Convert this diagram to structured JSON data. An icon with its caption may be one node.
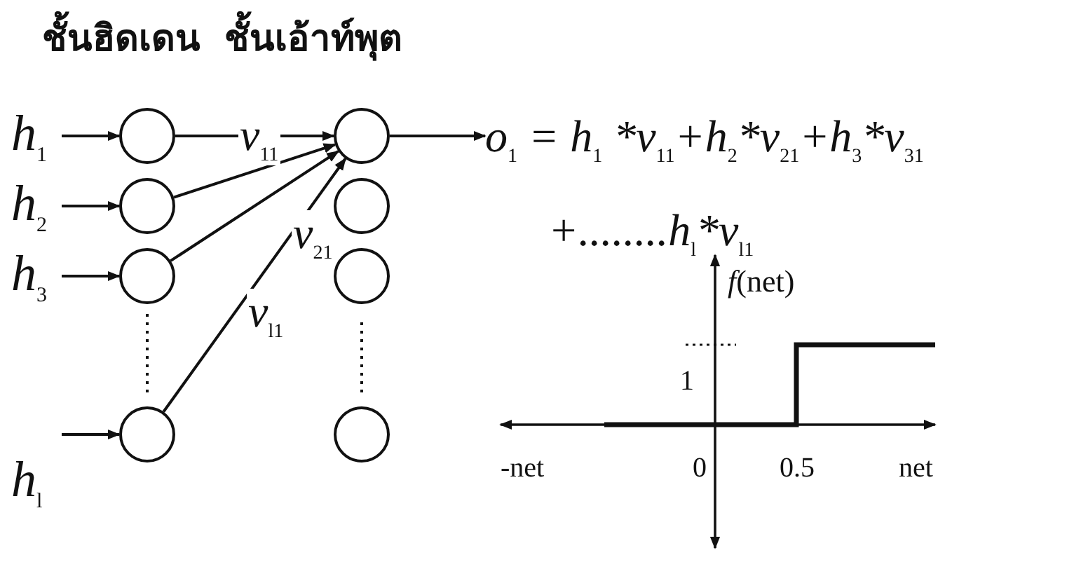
{
  "diagram": {
    "nodes": [
      {
        "text": [
          "h$_{1}$"
        ]
      },
      {
        "text": [
          "h$_{2}$"
        ]
      },
      {
        "text": [
          "h$_{3}$"
        ]
      },
      {
        "text": [
          "h$_{l}$"
        ]
      },
      {
        "text": [],
        "shape": "circle"
      },
      {
        "text": [],
        "shape": "circle"
      },
      {
        "text": [],
        "shape": "circle"
      },
      {
        "text": [],
        "shape": "circle"
      },
      {
        "text": [],
        "shape": "circle"
      },
      {
        "text": [],
        "shape": "circle"
      },
      {
        "text": [],
        "shape": "circle"
      },
      {
        "text": [],
        "shape": "circle"
      },
      {
        "text": [
          "o$_{1}$ = h$_{1}$ *v$_{11}$+h$_{2}$*v$_{21}$+h$_{3}$*v$_{31}$ +........h$_{l}$*v$_{l1}$"
        ]
      }
    ],
    "edges": [
      {
        "from": 0,
        "to": 4,
        "arrow": "to"
      },
      {
        "from": 1,
        "to": 5,
        "arrow": "to"
      },
      {
        "from": 2,
        "to": 6,
        "arrow": "to"
      },
      {
        "from": 3,
        "to": 7,
        "arrow": "to"
      },
      {
        "from": 4,
        "to": 8,
        "arrow": "to",
        "label": "v$_{11}$"
      },
      {
        "from": 5,
        "to": 8,
        "arrow": "to",
        "label": "v$_{21}$"
      },
      {
        "from": 6,
        "to": 8,
        "arrow": "to"
      },
      {
        "from": 7,
        "to": 8,
        "arrow": "to",
        "label": "v$_{l1}$"
      },
      {
        "from": 8,
        "to": 12,
        "arrow": "to"
      }
    ],
    "labels": [
      "ชั้นฮิดเดน",
      "ชั้นเอ้าท์พุต",
      "*f*(net)",
      "1",
      "-net",
      "0",
      "0.5",
      "net"
    ]
  }
}
